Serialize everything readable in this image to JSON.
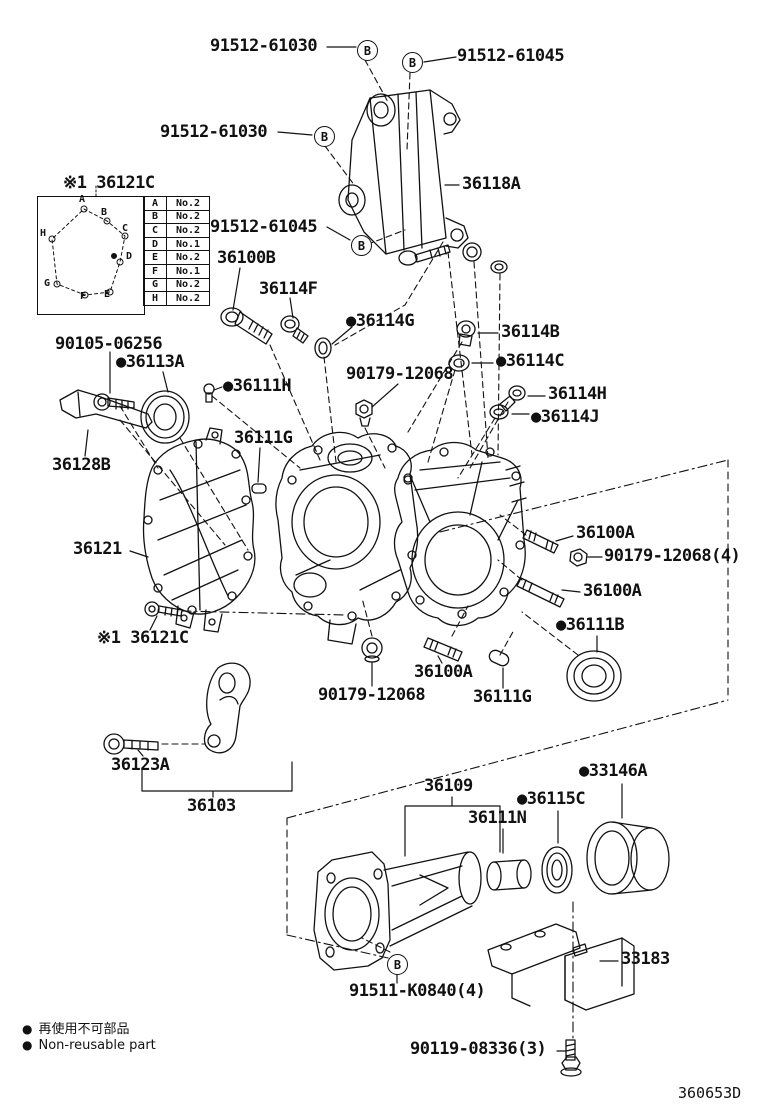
{
  "doc": {
    "code": "360653D"
  },
  "b_connector": {
    "label": "B"
  },
  "legend": {
    "title": "※1 36121C",
    "rows": [
      {
        "pos": "A",
        "value": "No.2"
      },
      {
        "pos": "B",
        "value": "No.2"
      },
      {
        "pos": "C",
        "value": "No.2"
      },
      {
        "pos": "D",
        "value": "No.1"
      },
      {
        "pos": "E",
        "value": "No.2"
      },
      {
        "pos": "F",
        "value": "No.1"
      },
      {
        "pos": "G",
        "value": "No.2"
      },
      {
        "pos": "H",
        "value": "No.2"
      }
    ]
  },
  "bolt_map": {
    "points": [
      "A",
      "B",
      "C",
      "D",
      "E",
      "F",
      "G",
      "H"
    ]
  },
  "labels": [
    {
      "text": "91512-61030"
    },
    {
      "text": "91512-61045"
    },
    {
      "text": "91512-61030"
    },
    {
      "text": "36118A"
    },
    {
      "text": "91512-61045"
    },
    {
      "text": "36100B"
    },
    {
      "text": "36114F"
    },
    {
      "text": "●36114G"
    },
    {
      "text": "36114B"
    },
    {
      "text": "●36114C"
    },
    {
      "text": "90179-12068"
    },
    {
      "text": "36114H"
    },
    {
      "text": "●36114J"
    },
    {
      "text": "90105-06256"
    },
    {
      "text": "●36113A"
    },
    {
      "text": "●36111H"
    },
    {
      "text": "36111G"
    },
    {
      "text": "36128B"
    },
    {
      "text": "36121"
    },
    {
      "text": "36100A"
    },
    {
      "text": "90179-12068(4)"
    },
    {
      "text": "36100A"
    },
    {
      "text": "●36111B"
    },
    {
      "text": "※1 36121C"
    },
    {
      "text": "90179-12068"
    },
    {
      "text": "36100A"
    },
    {
      "text": "36111G"
    },
    {
      "text": "36123A"
    },
    {
      "text": "36103"
    },
    {
      "text": "36109"
    },
    {
      "text": "●33146A"
    },
    {
      "text": "●36115C"
    },
    {
      "text": "36111N"
    },
    {
      "text": "33183"
    },
    {
      "text": "91511-K0840(4)"
    },
    {
      "text": "90119-08336(3)"
    }
  ],
  "footnotes": {
    "bullet": "●",
    "jp": "再使用不可部品",
    "en": "Non-reusable part"
  }
}
